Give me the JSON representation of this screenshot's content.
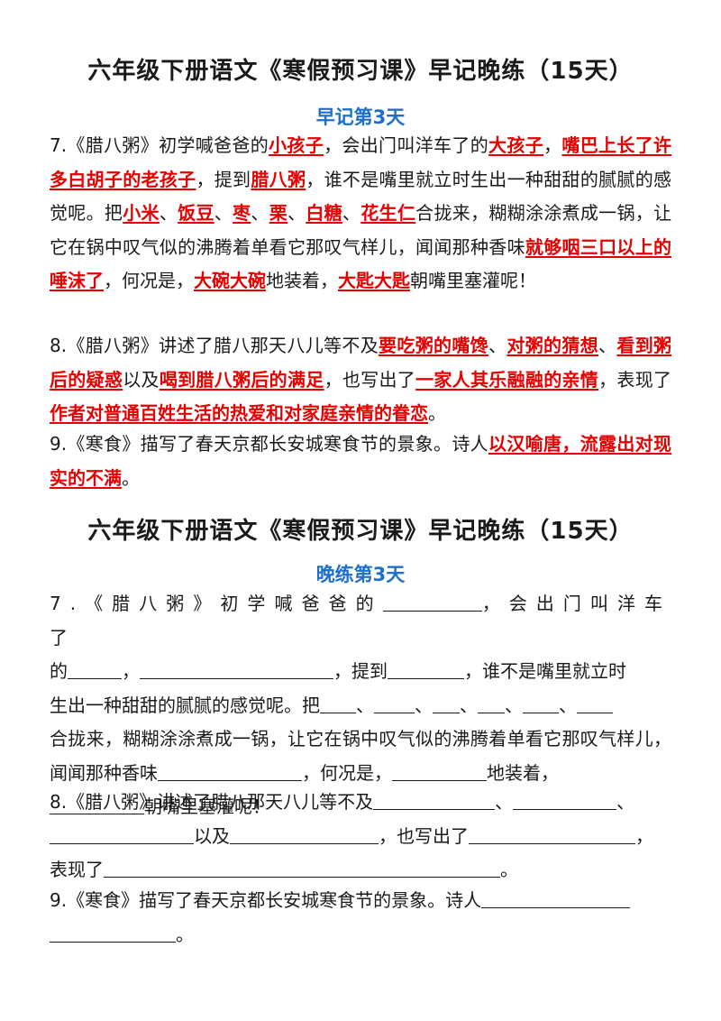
{
  "morning": {
    "title": "六年级下册语文《寒假预习课》早记晚练（15天）",
    "subtitle": "早记第3天",
    "subtitle_color": "#1f6fc9",
    "answer_color": "#e60000",
    "q7": {
      "t1": "7.《腊八粥》初学喊爸爸的",
      "a1": "小孩子",
      "t2": "，会出门叫洋车了的",
      "a2": "大孩子",
      "t3": "，",
      "a3": "嘴巴上长了许多白胡子的老孩子",
      "t4": "，提到",
      "a4": "腊八粥",
      "t5": "，谁不是嘴里就立时生出一种甜甜的腻腻的感觉呢。把",
      "a5": "小米",
      "a6": "饭豆",
      "a7": "枣",
      "a8": "栗",
      "a9": "白糖",
      "a10": "花生仁",
      "sep": "、",
      "t6": "合拢来，糊糊涂涂煮成一锅，让它在锅中叹气似的沸腾着单看它那叹气样儿，闻闻那种香味",
      "a11": "就够咽三口以上的唾沫了",
      "t7": "，何况是，",
      "a12": "大碗大碗",
      "t8": "地装着，",
      "a13": "大匙大匙",
      "t9": "朝嘴里塞灌呢！"
    },
    "q8": {
      "t1": "8.《腊八粥》讲述了腊八那天八儿等不及",
      "a1": "要吃粥的嘴馋",
      "sep": "、",
      "a2": "对粥的猜想",
      "a3": "看到粥后的疑惑",
      "t2": "以及",
      "a4": "喝到腊八粥后的满足",
      "t3": "，也写出了",
      "a5": "一家人其乐融融的亲情",
      "t4": "，表现了",
      "a6": "作者对普通百姓生活的热爱和对家庭亲情的眷恋",
      "t5": "。"
    },
    "q9": {
      "t1": "9.《寒食》描写了春天京都长安城寒食节的景象。诗人",
      "a1": "以汉喻唐，流露出对现实的不满",
      "t2": "。"
    }
  },
  "evening": {
    "title": "六年级下册语文《寒假预习课》早记晚练（15天）",
    "subtitle": "晚练第3天",
    "subtitle_color": "#1f6fc9",
    "q7": {
      "t1": "7.《腊八粥》初学喊爸爸的",
      "t2": "，会出门叫洋车了",
      "t3": "的",
      "t4": "，",
      "t5": "，提到",
      "t6": "，谁不是嘴里就立时",
      "t7": "生出一种甜甜的腻腻的感觉呢。把",
      "sep": "、",
      "t8": "合拢来，糊糊涂涂煮成一锅，让它在锅中叹气似的沸腾着单看它那叹气样儿，闻闻那种香味",
      "t9": "，何况是，",
      "t10": "地装着，",
      "t11": "朝嘴里塞灌呢！"
    },
    "q8": {
      "t1": "8.《腊八粥》讲述了腊八那天八儿等不及",
      "sep": "、",
      "t2": "以及",
      "t3": "，也写出了",
      "t4": "，",
      "t5": "表现了",
      "t6": "。"
    },
    "q9": {
      "t1": "9.《寒食》描写了春天京都长安城寒食节的景象。诗人",
      "t2": "。"
    }
  }
}
